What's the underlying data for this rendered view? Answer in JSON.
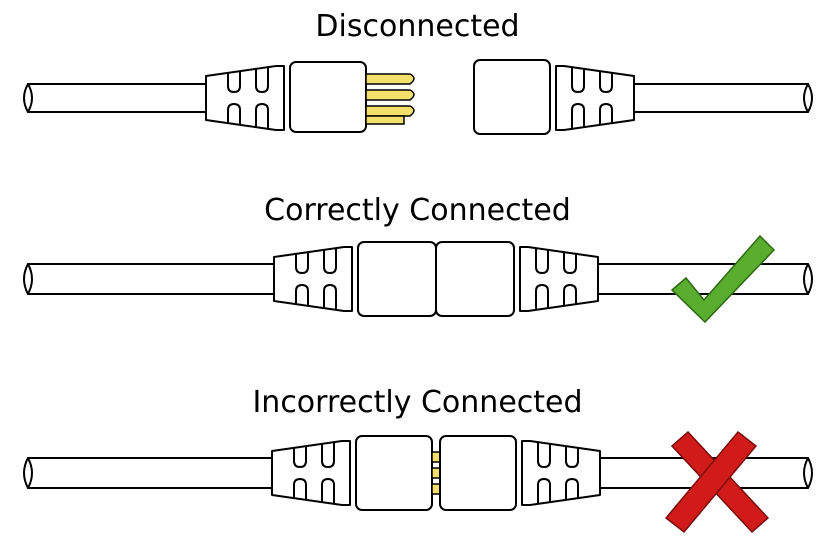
{
  "diagram": {
    "sections": [
      {
        "title": "Disconnected",
        "state": "disconnected"
      },
      {
        "title": "Correctly Connected",
        "state": "correct",
        "indicator": "check-mark-icon"
      },
      {
        "title": "Incorrectly Connected",
        "state": "incorrect",
        "indicator": "cross-mark-icon"
      }
    ]
  },
  "colors": {
    "pin": "#f2e06a",
    "check": "#5aac2e",
    "cross": "#d11a1a"
  }
}
